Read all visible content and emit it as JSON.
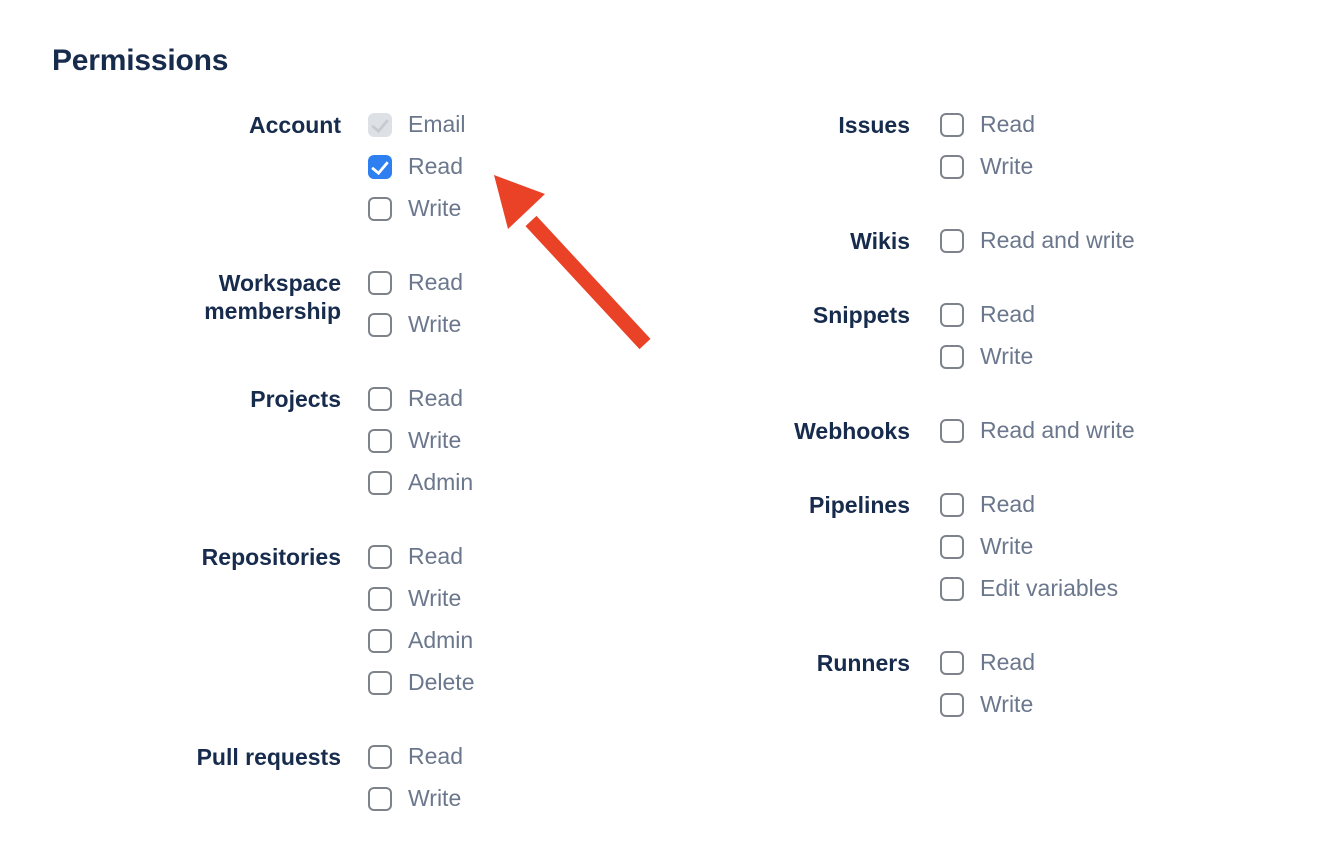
{
  "heading": "Permissions",
  "colors": {
    "heading_text": "#172B4D",
    "group_label_text": "#172B4D",
    "option_label_text": "#6B778C",
    "checkbox_checked_bg": "#2E80F0",
    "checkbox_unchecked_border": "#7E838B",
    "checkbox_disabled_bg": "#DDE0E5",
    "checkbox_disabled_check": "#C6CBD2",
    "arrow": "#E94227"
  },
  "columns": [
    {
      "groups": [
        {
          "label": "Account",
          "options": [
            {
              "label": "Email",
              "state": "disabled_checked"
            },
            {
              "label": "Read",
              "state": "checked"
            },
            {
              "label": "Write",
              "state": "unchecked"
            }
          ]
        },
        {
          "label": "Workspace membership",
          "options": [
            {
              "label": "Read",
              "state": "unchecked"
            },
            {
              "label": "Write",
              "state": "unchecked"
            }
          ]
        },
        {
          "label": "Projects",
          "options": [
            {
              "label": "Read",
              "state": "unchecked"
            },
            {
              "label": "Write",
              "state": "unchecked"
            },
            {
              "label": "Admin",
              "state": "unchecked"
            }
          ]
        },
        {
          "label": "Repositories",
          "options": [
            {
              "label": "Read",
              "state": "unchecked"
            },
            {
              "label": "Write",
              "state": "unchecked"
            },
            {
              "label": "Admin",
              "state": "unchecked"
            },
            {
              "label": "Delete",
              "state": "unchecked"
            }
          ]
        },
        {
          "label": "Pull requests",
          "options": [
            {
              "label": "Read",
              "state": "unchecked"
            },
            {
              "label": "Write",
              "state": "unchecked"
            }
          ]
        }
      ]
    },
    {
      "groups": [
        {
          "label": "Issues",
          "options": [
            {
              "label": "Read",
              "state": "unchecked"
            },
            {
              "label": "Write",
              "state": "unchecked"
            }
          ]
        },
        {
          "label": "Wikis",
          "options": [
            {
              "label": "Read and write",
              "state": "unchecked"
            }
          ]
        },
        {
          "label": "Snippets",
          "options": [
            {
              "label": "Read",
              "state": "unchecked"
            },
            {
              "label": "Write",
              "state": "unchecked"
            }
          ]
        },
        {
          "label": "Webhooks",
          "options": [
            {
              "label": "Read and write",
              "state": "unchecked"
            }
          ]
        },
        {
          "label": "Pipelines",
          "options": [
            {
              "label": "Read",
              "state": "unchecked"
            },
            {
              "label": "Write",
              "state": "unchecked"
            },
            {
              "label": "Edit variables",
              "state": "unchecked"
            }
          ]
        },
        {
          "label": "Runners",
          "options": [
            {
              "label": "Read",
              "state": "unchecked"
            },
            {
              "label": "Write",
              "state": "unchecked"
            }
          ]
        }
      ]
    }
  ],
  "annotation": {
    "type": "arrow",
    "points_at": "Account Read checkbox"
  }
}
